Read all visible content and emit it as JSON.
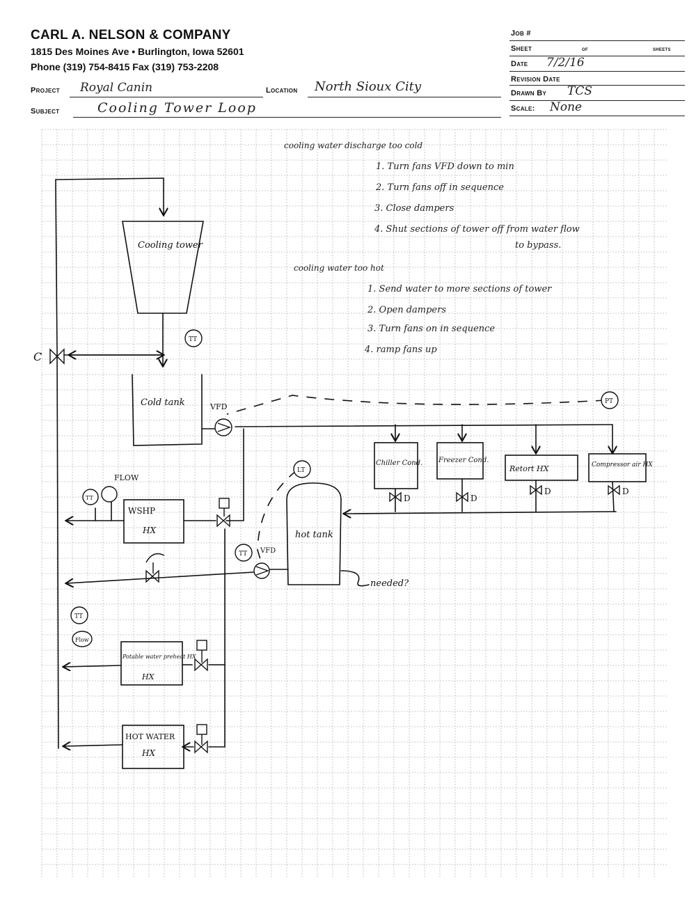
{
  "header": {
    "company": "CARL A. NELSON & COMPANY",
    "address": "1815 Des Moines Ave • Burlington, Iowa 52601",
    "phone": "Phone (319) 754-8415   Fax (319) 753-2208",
    "project_label": "Project",
    "project_value": "Royal Canin",
    "location_label": "Location",
    "location_value": "North Sioux City",
    "subject_label": "Subject",
    "subject_value": "Cooling Tower Loop",
    "job_label": "Job #",
    "sheet_label": "Sheet",
    "of_label": "of",
    "sheets_label": "sheets",
    "date_label": "Date",
    "date_value": "7/2/16",
    "revision_label": "Revision Date",
    "drawn_label": "Drawn By",
    "drawn_value": "TCS",
    "scale_label": "Scale:",
    "scale_value": "None"
  },
  "notes": {
    "cold_title": "cooling water discharge too cold",
    "cold_items": [
      "1. Turn fans VFD down to min",
      "2. Turn fans off in sequence",
      "3. Close dampers",
      "4. Shut sections of tower off from water flow",
      "to bypass."
    ],
    "hot_title": "cooling water too hot",
    "hot_items": [
      "1. Send water to more sections of tower",
      "2. Open dampers",
      "3. Turn fans on in sequence",
      "4. ramp fans up"
    ]
  },
  "diagram": {
    "cooling_tower": "Cooling tower",
    "cold_tank": "Cold tank",
    "hot_tank": "hot tank",
    "wshp": "WSHP",
    "hx": "HX",
    "potable": "Potable water preheat HX",
    "hot_water": "HOT WATER",
    "chiller": "Chiller Cond.",
    "freezer": "Freezer Cond.",
    "retort": "Retort HX",
    "compressor": "Compressor air HX",
    "vfd": "VFD",
    "tt": "TT",
    "pt": "PT",
    "lt": "LT",
    "flow": "FLOW",
    "flow_small": "Flow",
    "c_label": "C",
    "d_label": "D",
    "needed": "needed?"
  }
}
